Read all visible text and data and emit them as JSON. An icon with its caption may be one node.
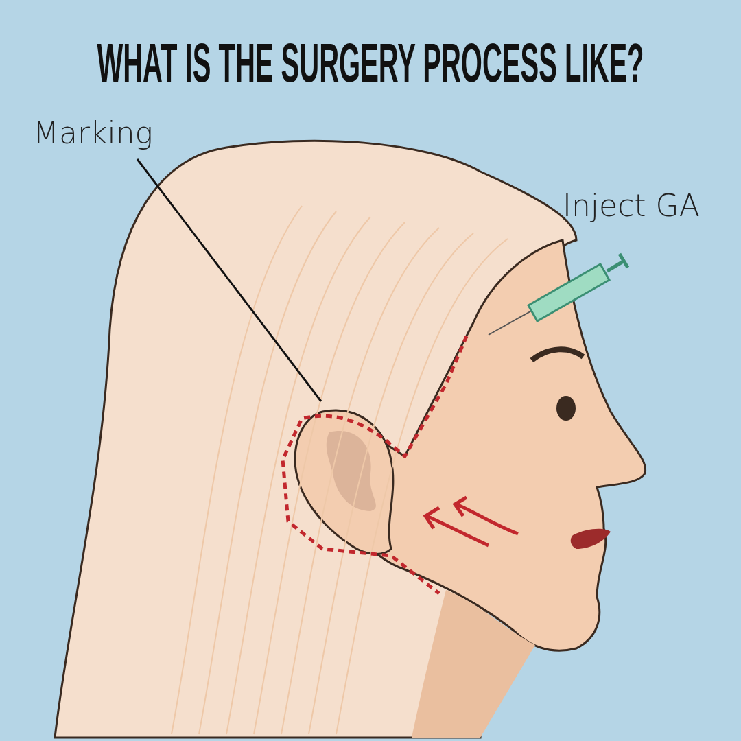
{
  "diagram": {
    "title": "WHAT IS THE SURGERY PROCESS LIKE?",
    "nodes": [
      {
        "text": [
          "Marking"
        ]
      },
      {
        "text": [],
        "shape": "line"
      }
    ],
    "edges": [
      {
        "from": 0,
        "to": 1,
        "arrow": "none"
      }
    ],
    "labels": [
      "Inject GA"
    ]
  }
}
